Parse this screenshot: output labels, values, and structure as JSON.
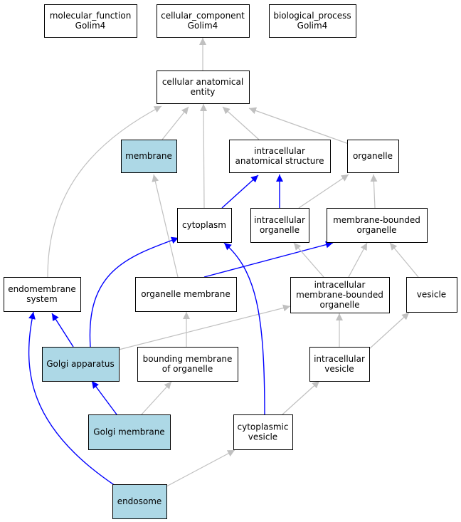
{
  "colors": {
    "highlight_fill": "#add8e6",
    "default_fill": "#ffffff",
    "is_a_edge": "#c0c0c0",
    "part_of_edge": "#0000ff"
  },
  "nodes": [
    {
      "id": "molecular_function",
      "lines": [
        "molecular_function",
        "Golim4"
      ],
      "highlight": false
    },
    {
      "id": "cellular_component",
      "lines": [
        "cellular_component",
        "Golim4"
      ],
      "highlight": false
    },
    {
      "id": "biological_process",
      "lines": [
        "biological_process",
        "Golim4"
      ],
      "highlight": false
    },
    {
      "id": "cellular_anatomical_entity",
      "lines": [
        "cellular anatomical",
        "entity"
      ],
      "highlight": false
    },
    {
      "id": "membrane",
      "lines": [
        "membrane"
      ],
      "highlight": true
    },
    {
      "id": "intracellular_anatomical_structure",
      "lines": [
        "intracellular",
        "anatomical structure"
      ],
      "highlight": false
    },
    {
      "id": "organelle",
      "lines": [
        "organelle"
      ],
      "highlight": false
    },
    {
      "id": "cytoplasm",
      "lines": [
        "cytoplasm"
      ],
      "highlight": false
    },
    {
      "id": "intracellular_organelle",
      "lines": [
        "intracellular",
        "organelle"
      ],
      "highlight": false
    },
    {
      "id": "membrane_bounded_organelle",
      "lines": [
        "membrane-bounded",
        "organelle"
      ],
      "highlight": false
    },
    {
      "id": "endomembrane_system",
      "lines": [
        "endomembrane",
        "system"
      ],
      "highlight": false
    },
    {
      "id": "organelle_membrane",
      "lines": [
        "organelle membrane"
      ],
      "highlight": false
    },
    {
      "id": "intracellular_membrane_bounded_organelle",
      "lines": [
        "intracellular",
        "membrane-bounded",
        "organelle"
      ],
      "highlight": false
    },
    {
      "id": "vesicle",
      "lines": [
        "vesicle"
      ],
      "highlight": false
    },
    {
      "id": "golgi_apparatus",
      "lines": [
        "Golgi apparatus"
      ],
      "highlight": true
    },
    {
      "id": "bounding_membrane_of_organelle",
      "lines": [
        "bounding membrane",
        "of organelle"
      ],
      "highlight": false
    },
    {
      "id": "intracellular_vesicle",
      "lines": [
        "intracellular",
        "vesicle"
      ],
      "highlight": false
    },
    {
      "id": "golgi_membrane",
      "lines": [
        "Golgi membrane"
      ],
      "highlight": true
    },
    {
      "id": "cytoplasmic_vesicle",
      "lines": [
        "cytoplasmic",
        "vesicle"
      ],
      "highlight": false
    },
    {
      "id": "endosome",
      "lines": [
        "endosome"
      ],
      "highlight": true
    }
  ],
  "edges": [
    {
      "from": "cellular_anatomical_entity",
      "to": "cellular_component",
      "type": "is_a"
    },
    {
      "from": "membrane",
      "to": "cellular_anatomical_entity",
      "type": "is_a"
    },
    {
      "from": "cytoplasm",
      "to": "cellular_anatomical_entity",
      "type": "is_a"
    },
    {
      "from": "intracellular_anatomical_structure",
      "to": "cellular_anatomical_entity",
      "type": "is_a"
    },
    {
      "from": "organelle",
      "to": "cellular_anatomical_entity",
      "type": "is_a"
    },
    {
      "from": "endomembrane_system",
      "to": "cellular_anatomical_entity",
      "type": "is_a"
    },
    {
      "from": "cytoplasm",
      "to": "intracellular_anatomical_structure",
      "type": "part_of"
    },
    {
      "from": "intracellular_organelle",
      "to": "intracellular_anatomical_structure",
      "type": "part_of"
    },
    {
      "from": "intracellular_organelle",
      "to": "organelle",
      "type": "is_a"
    },
    {
      "from": "membrane_bounded_organelle",
      "to": "organelle",
      "type": "is_a"
    },
    {
      "from": "organelle_membrane",
      "to": "membrane",
      "type": "is_a"
    },
    {
      "from": "organelle_membrane",
      "to": "membrane_bounded_organelle",
      "type": "part_of"
    },
    {
      "from": "intracellular_membrane_bounded_organelle",
      "to": "intracellular_organelle",
      "type": "is_a"
    },
    {
      "from": "intracellular_membrane_bounded_organelle",
      "to": "membrane_bounded_organelle",
      "type": "is_a"
    },
    {
      "from": "vesicle",
      "to": "membrane_bounded_organelle",
      "type": "is_a"
    },
    {
      "from": "golgi_apparatus",
      "to": "cytoplasm",
      "type": "part_of"
    },
    {
      "from": "golgi_apparatus",
      "to": "endomembrane_system",
      "type": "part_of"
    },
    {
      "from": "golgi_apparatus",
      "to": "intracellular_membrane_bounded_organelle",
      "type": "is_a"
    },
    {
      "from": "bounding_membrane_of_organelle",
      "to": "organelle_membrane",
      "type": "is_a"
    },
    {
      "from": "intracellular_vesicle",
      "to": "intracellular_membrane_bounded_organelle",
      "type": "is_a"
    },
    {
      "from": "intracellular_vesicle",
      "to": "vesicle",
      "type": "is_a"
    },
    {
      "from": "golgi_membrane",
      "to": "golgi_apparatus",
      "type": "part_of"
    },
    {
      "from": "golgi_membrane",
      "to": "bounding_membrane_of_organelle",
      "type": "is_a"
    },
    {
      "from": "cytoplasmic_vesicle",
      "to": "cytoplasm",
      "type": "part_of"
    },
    {
      "from": "cytoplasmic_vesicle",
      "to": "intracellular_vesicle",
      "type": "is_a"
    },
    {
      "from": "endosome",
      "to": "endomembrane_system",
      "type": "part_of"
    },
    {
      "from": "endosome",
      "to": "cytoplasmic_vesicle",
      "type": "is_a"
    }
  ]
}
